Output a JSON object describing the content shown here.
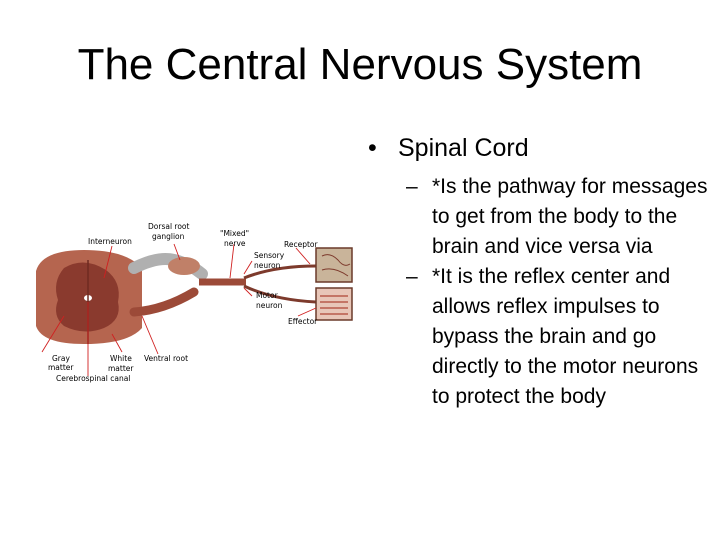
{
  "slide": {
    "title": "The Central Nervous System",
    "bullet": {
      "marker": "•",
      "text": "Spinal Cord"
    },
    "sub_bullets": [
      {
        "marker": "–",
        "text": "*Is the pathway for messages to get from the body to the brain and vice versa via"
      },
      {
        "marker": "–",
        "text": "*It is the reflex center and allows reflex impulses to bypass the brain and go directly to the motor neurons to protect the body"
      }
    ]
  },
  "figure": {
    "labels": {
      "interneuron": "Interneuron",
      "dorsal_root_ganglion_1": "Dorsal root",
      "dorsal_root_ganglion_2": "ganglion",
      "mixed_nerve_1": "\"Mixed\"",
      "mixed_nerve_2": "nerve",
      "receptor": "Receptor",
      "sensory_neuron_1": "Sensory",
      "sensory_neuron_2": "neuron",
      "motor_neuron_1": "Motor",
      "motor_neuron_2": "neuron",
      "effector": "Effector",
      "gray_matter_1": "Gray",
      "gray_matter_2": "matter",
      "white_matter_1": "White",
      "white_matter_2": "matter",
      "ventral_root": "Ventral root",
      "cerebrospinal_canal": "Cerebrospinal canal"
    },
    "colors": {
      "cord": "#b5654f",
      "gray_matter": "#8a3a2e",
      "nerve": "#9c4a38",
      "label_line": "#d02020",
      "receptor_box": "#c9b49a"
    }
  }
}
